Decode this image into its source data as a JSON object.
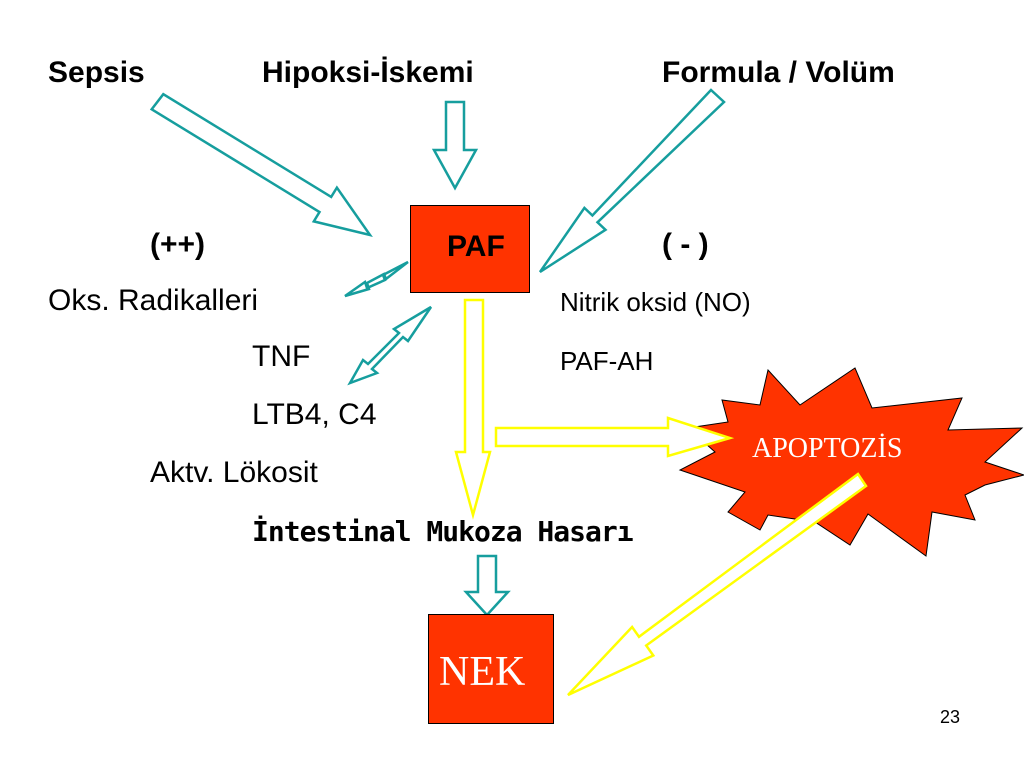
{
  "header": {
    "sepsis": "Sepsis",
    "hypoxia": "Hipoksi-İskemi",
    "formula": "Formula / Volüm"
  },
  "paf_box": {
    "label": "PAF",
    "color": "#ff3300"
  },
  "left_column": {
    "plus": "(++)",
    "oxidative_radicals": "Oks. Radikalleri",
    "tnf": "TNF",
    "ltb4": "LTB4, C4",
    "leukocyte": "Aktv. Lökosit"
  },
  "right_column": {
    "minus": "( - )",
    "nitric_oxide": "Nitrik oksid (NO)",
    "paf_ah": "PAF-AH"
  },
  "apoptosis": {
    "label": "APOPTOZİS",
    "color": "#ff3300",
    "text_color": "#ffffff"
  },
  "mucosa_damage": "İntestinal Mukoza Hasarı",
  "nek_box": {
    "label": "NEK",
    "color": "#ff3300",
    "text_color": "#ffffff"
  },
  "page_number": "23",
  "colors": {
    "teal_arrow": "#169e9e",
    "yellow_arrow": "#ffff00"
  }
}
